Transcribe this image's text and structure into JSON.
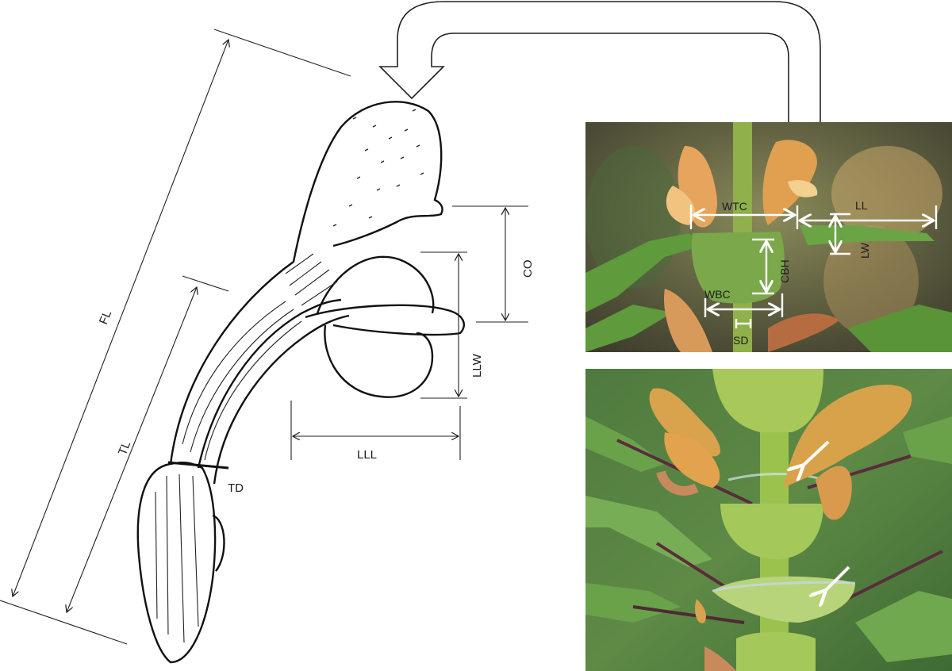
{
  "figure": {
    "description": "Flower morphology measurement diagram with field photographs",
    "drawing_labels": {
      "fl": "FL",
      "tl": "TL",
      "td": "TD",
      "co": "CO",
      "llw": "LLW",
      "lll": "LLL"
    },
    "photo_top": {
      "labels": {
        "wtc": "WTC",
        "ll": "LL",
        "lw": "LW",
        "cbh": "CBH",
        "wbc": "WBC",
        "sd": "SD"
      }
    },
    "photo_bottom": {
      "arrow_count": 2
    },
    "colors": {
      "ink": "#1a1a1a",
      "annotation_white": "#ffffff",
      "petal_orange": "#e0a455",
      "leaf_green": "#6fae4a",
      "stem_green": "#a8c85a",
      "background_dark": "#4a4a3a"
    }
  }
}
